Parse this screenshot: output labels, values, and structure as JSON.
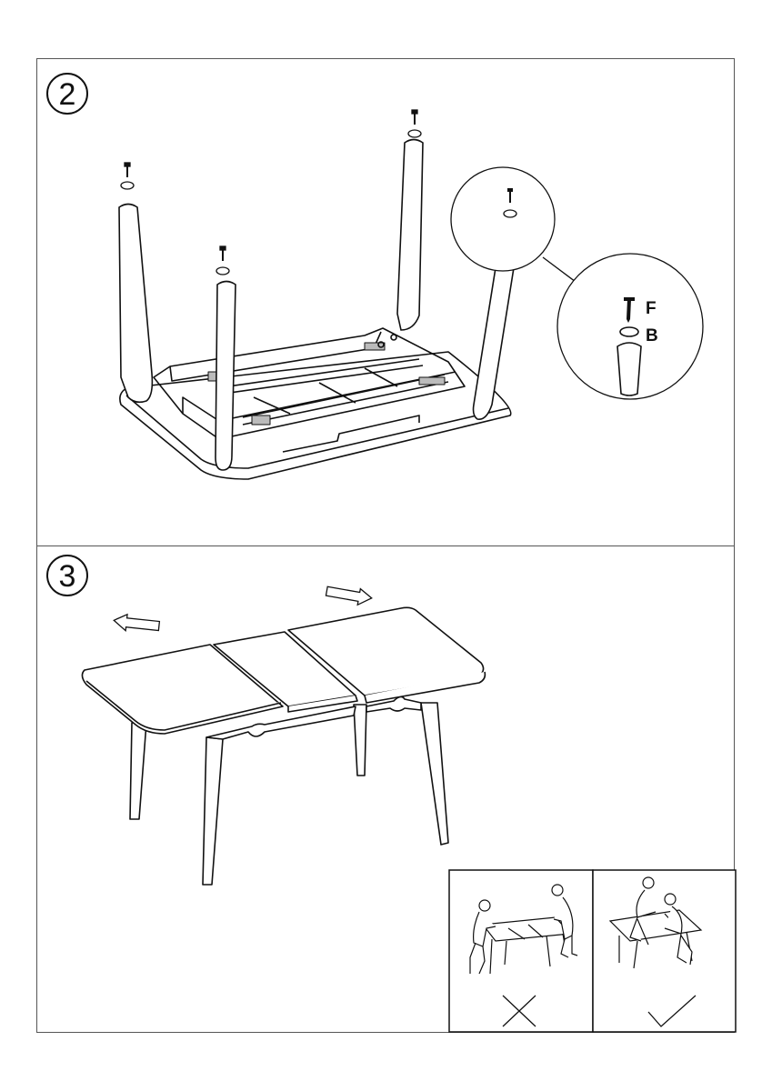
{
  "steps": [
    {
      "number": "2",
      "parts": [
        {
          "code": "F",
          "icon": "screw-icon"
        },
        {
          "code": "B",
          "icon": "washer-icon"
        }
      ]
    },
    {
      "number": "3",
      "comparison": [
        {
          "verdict": "incorrect",
          "mark": "cross-icon"
        },
        {
          "verdict": "correct",
          "mark": "check-icon"
        }
      ]
    }
  ]
}
